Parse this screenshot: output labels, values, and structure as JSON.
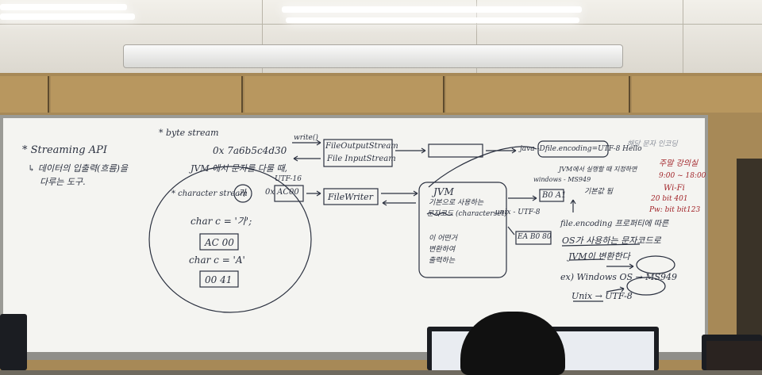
{
  "board": {
    "streaming_api": "* Streaming API",
    "streaming_desc1": "↳ 데이터의 입출력(흐름)을",
    "streaming_desc2": "다루는 도구.",
    "byte_stream": "* byte stream",
    "hex_addr": "0x 7a6b5c4d30",
    "write_label": "write()",
    "file_output_stream": "FileOutputStream",
    "file_input_stream": "File InputStream",
    "jvm_note": "JVM 에서 문자를 다룰 때,",
    "char_stream": "* character stream",
    "ga_char": "가",
    "utf16": "UTF-16",
    "hex_ga": "0x AC00",
    "file_writer": "FileWriter",
    "char_c1": "char c = '가';",
    "c_bytes": "AC 00",
    "char_c2": "char c = 'A'",
    "c2_bytes": "00 41",
    "jvm_box_title": "JVM",
    "jvm_box_l1": "기본으로 사용하는",
    "jvm_box_l2": "문자코드 (characterset)",
    "jvm_box_l3": "이 어떤거",
    "jvm_box_l4": "변환하여",
    "jvm_box_l5": "출력하는",
    "java_cmd": "java -Dfile.encoding=UTF-8 Hello",
    "hello_note": "해당 문자 인코딩",
    "windows_label": "windows - MS949",
    "ms949_bytes": "B0 A1",
    "unix_label": "unix - UTF-8",
    "utf8_bytes": "EA B0 80",
    "jvm_run_note": "JVM에서 실행할 때 지정하면",
    "default_note": "기본값 됨",
    "file_encoding_note": "file.encoding 프로퍼티에 따른",
    "os_note": "OS가 사용하는 문자코드로",
    "jvm_default": "JVM이 변환한다",
    "windows_os": "ex) Windows OS → MS949",
    "unix_os": "Unix → UTF-8",
    "schedule_title": "주말 강의실",
    "schedule_time": "9:00 ~ 18:00",
    "wifi": "Wi-Fi",
    "room1": "20 bit 401",
    "room2": "Pw: bit bit123"
  },
  "colors": {
    "marker_dark": "#2b3140",
    "marker_red": "#a2252a",
    "board_white": "#f4f4f1",
    "wall": "#a78957"
  }
}
